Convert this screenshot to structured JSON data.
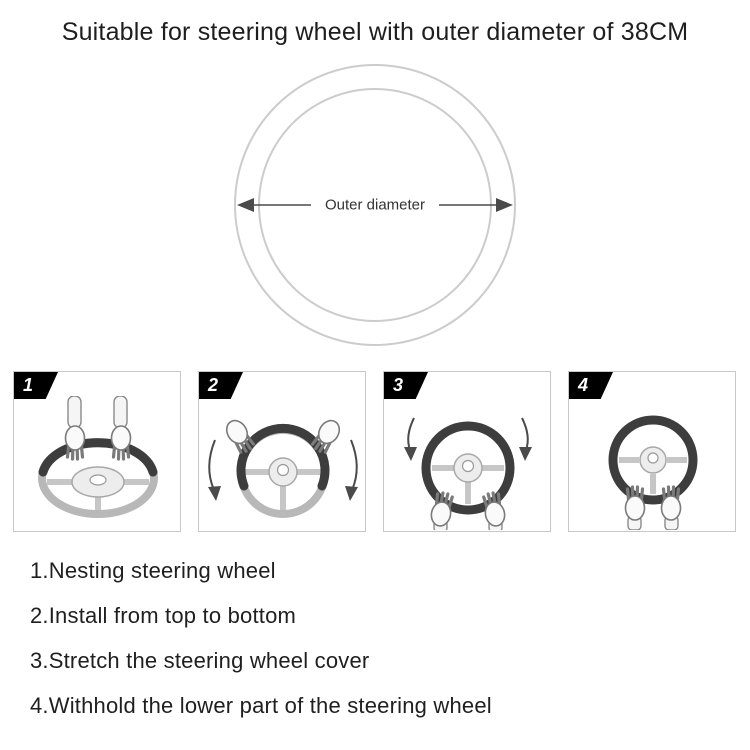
{
  "title": "Suitable for steering wheel with outer diameter of 38CM",
  "diagram": {
    "arrow_label": "Outer diameter"
  },
  "steps": [
    {
      "number": "1",
      "caption": "1.Nesting steering wheel"
    },
    {
      "number": "2",
      "caption": "2.Install from top to bottom"
    },
    {
      "number": "3",
      "caption": "3.Stretch the steering wheel cover"
    },
    {
      "number": "4",
      "caption": "4.Withhold the lower part of the steering wheel"
    }
  ],
  "colors": {
    "circle_stroke": "#cccccc",
    "arrow": "#4a4a4a",
    "wheel_light": "#b8b8b8",
    "wheel_cover_dark": "#3d3d3d",
    "badge_bg": "#000000",
    "text": "#1e1e1e"
  }
}
